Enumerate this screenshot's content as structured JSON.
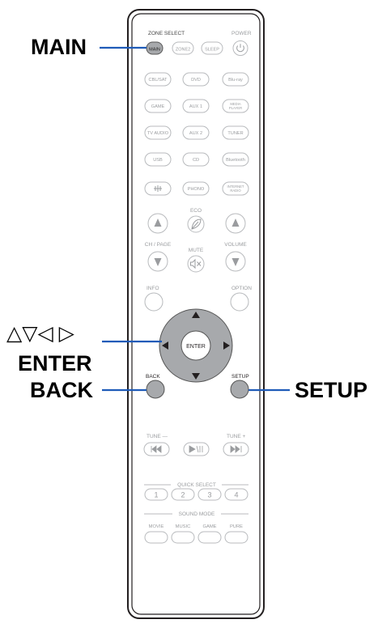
{
  "remote": {
    "zone_select_label": "ZONE SELECT",
    "power_label": "POWER",
    "eco_label": "ECO",
    "ch_page_label": "CH / PAGE",
    "mute_label": "MUTE",
    "volume_label": "VOLUME",
    "info_label": "INFO",
    "option_label": "OPTION",
    "back_label": "BACK",
    "setup_label": "SETUP",
    "enter_label": "ENTER",
    "tune_minus_label": "TUNE —",
    "tune_plus_label": "TUNE +",
    "quick_select_label": "QUICK SELECT",
    "sound_mode_label": "SOUND MODE",
    "zone_buttons": [
      "MAIN",
      "ZONE2",
      "SLEEP"
    ],
    "source_rows": [
      [
        "CBL/SAT",
        "DVD",
        "Blu-ray"
      ],
      [
        "GAME",
        "AUX 1",
        "MEDIA PLAYER"
      ],
      [
        "TV AUDIO",
        "AUX 2",
        "TUNER"
      ],
      [
        "USB",
        "CD",
        "Bluetooth"
      ],
      [
        "",
        "PHONO",
        "INTERNET RADIO"
      ]
    ],
    "quick_select_buttons": [
      "1",
      "2",
      "3",
      "4"
    ],
    "sound_mode_buttons": [
      "MOVIE",
      "MUSIC",
      "GAME",
      "PURE"
    ]
  },
  "callouts": {
    "main": "MAIN",
    "arrows": "△▽◁ ▷",
    "enter": "ENTER",
    "back": "BACK",
    "setup": "SETUP"
  },
  "colors": {
    "highlight": "#1f5bb8",
    "dpad": "#a7a9ac",
    "outline": "#b8babd",
    "label_gray": "#9a9c9f",
    "body_border": "#231f20"
  }
}
